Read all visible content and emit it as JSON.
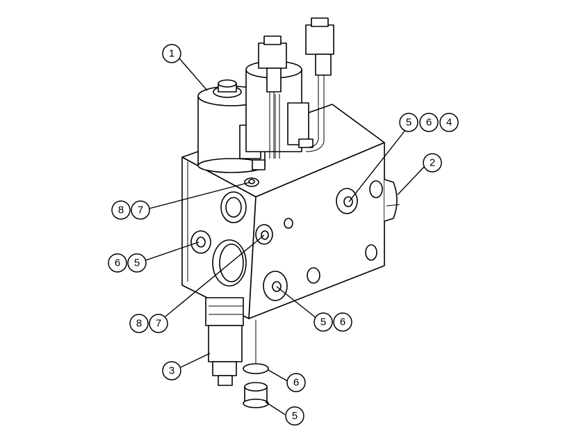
{
  "callouts": [
    {
      "id": "c1",
      "label": "1"
    },
    {
      "id": "c2",
      "label": "2"
    },
    {
      "id": "c3",
      "label": "3"
    },
    {
      "id": "c4a",
      "label": "5"
    },
    {
      "id": "c4b",
      "label": "6"
    },
    {
      "id": "c4c",
      "label": "4"
    },
    {
      "id": "c5a",
      "label": "8"
    },
    {
      "id": "c5b",
      "label": "7"
    },
    {
      "id": "c6a",
      "label": "6"
    },
    {
      "id": "c6b",
      "label": "5"
    },
    {
      "id": "c7a",
      "label": "8"
    },
    {
      "id": "c7b",
      "label": "7"
    },
    {
      "id": "c8a",
      "label": "5"
    },
    {
      "id": "c8b",
      "label": "6"
    },
    {
      "id": "c9",
      "label": "6"
    },
    {
      "id": "c10",
      "label": "5"
    }
  ],
  "colors": {
    "line": "#000000",
    "background": "#ffffff"
  }
}
